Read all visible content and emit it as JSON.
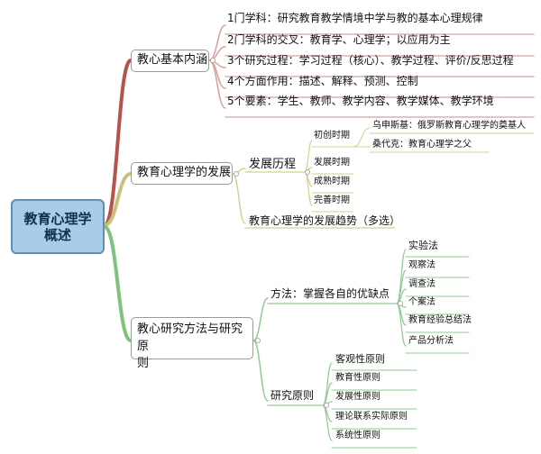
{
  "root": {
    "line1": "教育心理学",
    "line2": "概述"
  },
  "b1": {
    "label": "教心基本内涵",
    "items": [
      "1门学科：研究教育教学情境中学与教的基本心理规律",
      "2门学科的交叉：教育学、心理学；以应用为主",
      "3个研究过程：学习过程（核心）、教学过程、评价/反思过程",
      "4个方面作用：描述、解释、预测、控制",
      "5个要素：学生、教师、教学内容、教学媒体、教学环境"
    ]
  },
  "b2": {
    "label": "教育心理学的发展",
    "history_label": "发展历程",
    "stages": [
      "初创时期",
      "发展时期",
      "成熟时期",
      "完善时期"
    ],
    "founders": [
      "乌申斯基：俄罗斯教育心理学的奠基人",
      "桑代克：教育心理学之父"
    ],
    "trend": "教育心理学的发展趋势（多选）"
  },
  "b3": {
    "label_line1": "教心研究方法与研究原",
    "label_line2": "则",
    "methods_label": "方法：掌握各自的优缺点",
    "methods": [
      "实验法",
      "观察法",
      "调查法",
      "个案法",
      "教育经验总结法",
      "产品分析法"
    ],
    "principles_label": "研究原则",
    "principles": [
      "客观性原则",
      "教育性原则",
      "发展性原则",
      "理论联系实际原则",
      "系统性原则"
    ]
  },
  "colors": {
    "branch1": "#b5544c",
    "branch2": "#c9c27a",
    "branch3": "#7fc37f",
    "sub1": "#d9a09a",
    "sub2": "#d6d08e",
    "sub3": "#93c993"
  }
}
